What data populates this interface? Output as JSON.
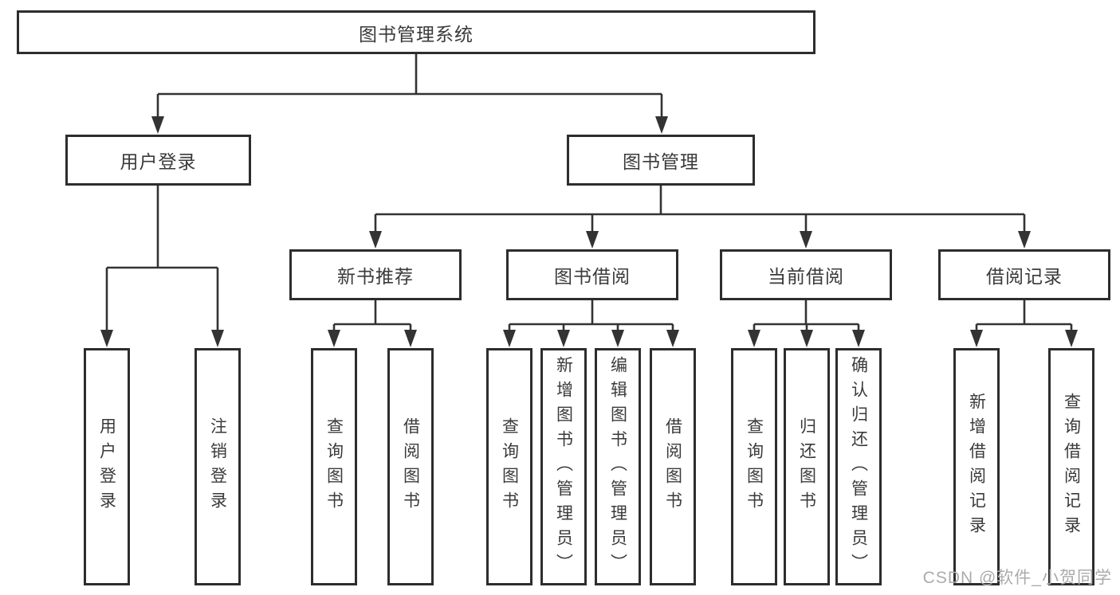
{
  "tree": {
    "label": "图书管理系统",
    "children": [
      {
        "label": "用户登录",
        "children": [
          {
            "label": "用户登录"
          },
          {
            "label": "注销登录"
          }
        ]
      },
      {
        "label": "图书管理",
        "children": [
          {
            "label": "新书推荐",
            "children": [
              {
                "label": "查询图书"
              },
              {
                "label": "借阅图书"
              }
            ]
          },
          {
            "label": "图书借阅",
            "children": [
              {
                "label": "查询图书"
              },
              {
                "label": "新增图书（管理员）"
              },
              {
                "label": "编辑图书（管理员）"
              },
              {
                "label": "借阅图书"
              }
            ]
          },
          {
            "label": "当前借阅",
            "children": [
              {
                "label": "查询图书"
              },
              {
                "label": "归还图书"
              },
              {
                "label": "确认归还（管理员）"
              }
            ]
          },
          {
            "label": "借阅记录",
            "children": [
              {
                "label": "新增借阅记录"
              },
              {
                "label": "查询借阅记录"
              }
            ]
          }
        ]
      }
    ]
  },
  "watermark": {
    "text": "CSDN @软件_小贺同学"
  },
  "colors": {
    "line": "#333333",
    "box_border": "#2d2d2d",
    "text": "#3a3a3a",
    "watermark": "#ababab",
    "background": "#ffffff"
  }
}
